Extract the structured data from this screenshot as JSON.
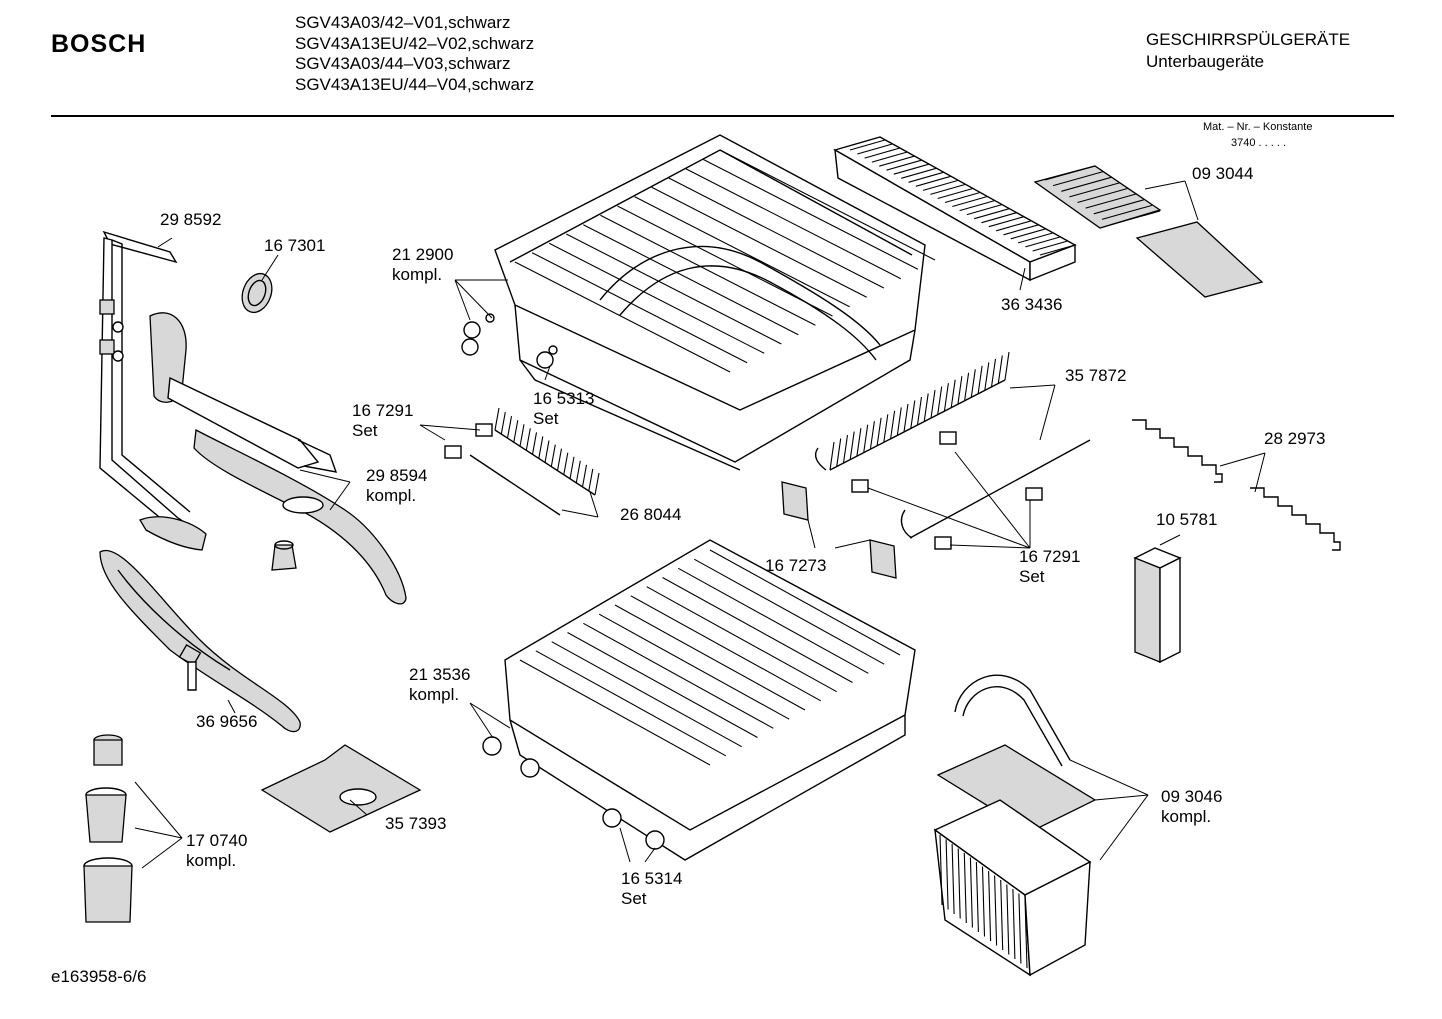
{
  "header": {
    "brand": "BOSCH",
    "models": [
      "SGV43A03/42–V01,schwarz",
      "SGV43A13EU/42–V02,schwarz",
      "SGV43A03/44–V03,schwarz",
      "SGV43A13EU/44–V04,schwarz"
    ],
    "category": "GESCHIRRSPÜLGERÄTE",
    "subcategory": "Unterbaugeräte",
    "constant_label": "Mat. – Nr. – Konstante",
    "constant_value": "3740 . . . . ."
  },
  "parts": {
    "p298592": {
      "number": "29 8592",
      "note": ""
    },
    "p167301": {
      "number": "16 7301",
      "note": ""
    },
    "p212900": {
      "number": "21 2900",
      "note": "kompl."
    },
    "p165313": {
      "number": "16 5313",
      "note": "Set"
    },
    "p363436": {
      "number": "36 3436",
      "note": ""
    },
    "p093044": {
      "number": "09 3044",
      "note": ""
    },
    "p167291a": {
      "number": "16 7291",
      "note": "Set"
    },
    "p298594": {
      "number": "29 8594",
      "note": "kompl."
    },
    "p268044": {
      "number": "26 8044",
      "note": ""
    },
    "p357872": {
      "number": "35 7872",
      "note": ""
    },
    "p282973": {
      "number": "28 2973",
      "note": ""
    },
    "p105781": {
      "number": "10 5781",
      "note": ""
    },
    "p167273": {
      "number": "16 7273",
      "note": ""
    },
    "p167291b": {
      "number": "16 7291",
      "note": "Set"
    },
    "p213536": {
      "number": "21 3536",
      "note": "kompl."
    },
    "p369656": {
      "number": "36 9656",
      "note": ""
    },
    "p357393": {
      "number": "35 7393",
      "note": ""
    },
    "p170740": {
      "number": "17 0740",
      "note": "kompl."
    },
    "p165314": {
      "number": "16 5314",
      "note": "Set"
    },
    "p093046": {
      "number": "09 3046",
      "note": "kompl."
    }
  },
  "footer": {
    "drawing_id": "e163958-6/6"
  }
}
